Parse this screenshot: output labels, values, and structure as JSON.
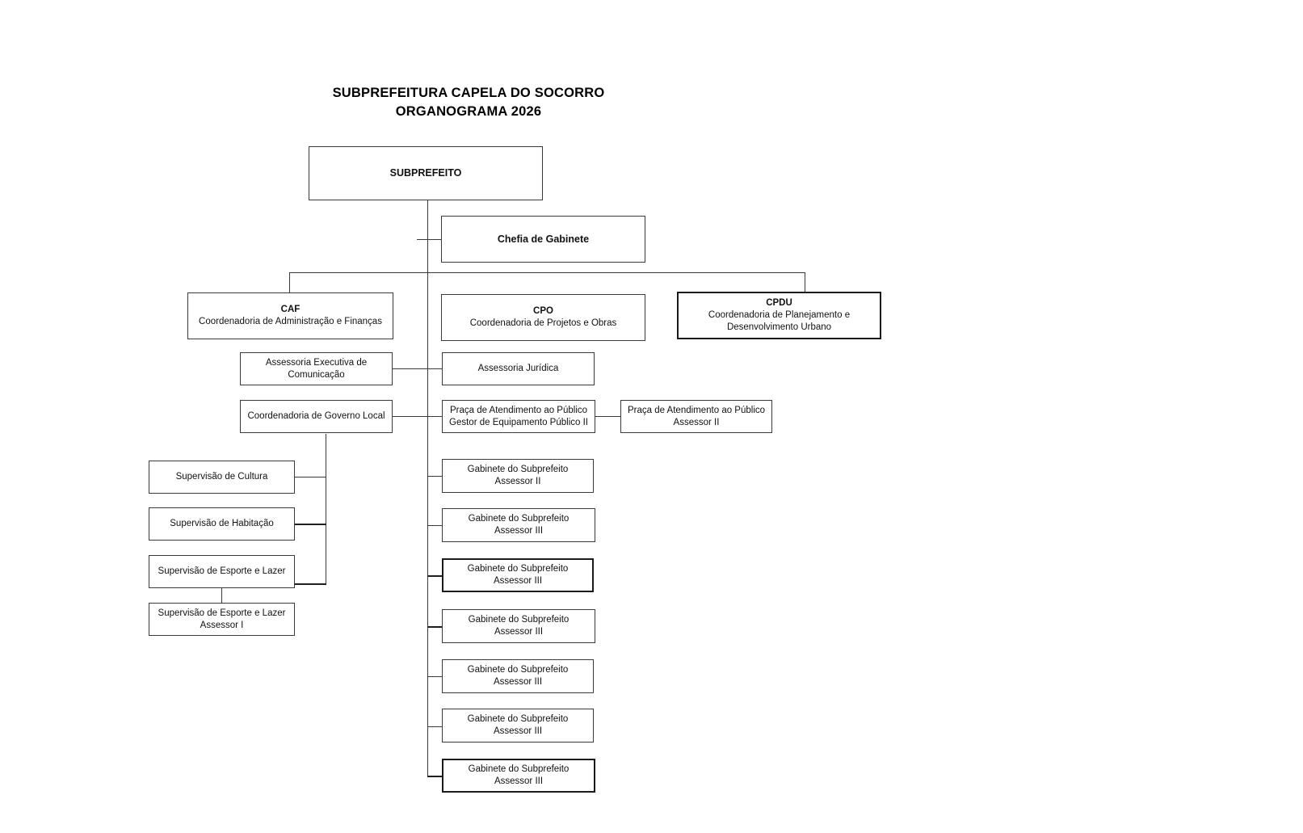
{
  "document": {
    "title_line_1": "SUBPREFEITURA CAPELA DO SOCORRO",
    "title_line_2": "ORGANOGRAMA 2026"
  },
  "nodes": {
    "subprefeito": {
      "label": "SUBPREFEITO"
    },
    "chefia_gabinete": {
      "label": "Chefia de Gabinete"
    },
    "caf": {
      "acronym": "CAF",
      "name": "Coordenadoria de Administração e Finanças"
    },
    "cpo": {
      "acronym": "CPO",
      "name": "Coordenadoria de Projetos e Obras"
    },
    "cpdu": {
      "acronym": "CPDU",
      "name_line_1": "Coordenadoria de Planejamento e",
      "name_line_2": "Desenvolvimento Urbano"
    },
    "assessoria_comunicacao": {
      "line_1": "Assessoria Executiva de",
      "line_2": "Comunicação"
    },
    "assessoria_juridica": {
      "line_1": "Assessoria Jurídica"
    },
    "governo_local": {
      "line_1": "Coordenadoria de Governo Local"
    },
    "praca_gestor": {
      "line_1": "Praça de Atendimento ao Público",
      "line_2": "Gestor de Equipamento Público II"
    },
    "praca_assessor": {
      "line_1": "Praça de Atendimento ao Público",
      "line_2": "Assessor II"
    },
    "sup_cultura": {
      "line_1": "Supervisão de Cultura"
    },
    "sup_habitacao": {
      "line_1": "Supervisão de Habitação"
    },
    "sup_esporte": {
      "line_1": "Supervisão de Esporte e Lazer"
    },
    "sup_esporte_assessor": {
      "line_1": "Supervisão de Esporte e Lazer",
      "line_2": "Assessor I"
    },
    "gab_1": {
      "line_1": "Gabinete do Subprefeito",
      "line_2": "Assessor II"
    },
    "gab_2": {
      "line_1": "Gabinete do Subprefeito",
      "line_2": "Assessor III"
    },
    "gab_3": {
      "line_1": "Gabinete do Subprefeito",
      "line_2": "Assessor III"
    },
    "gab_4": {
      "line_1": "Gabinete do Subprefeito",
      "line_2": "Assessor III"
    },
    "gab_5": {
      "line_1": "Gabinete do Subprefeito",
      "line_2": "Assessor III"
    },
    "gab_6": {
      "line_1": "Gabinete do Subprefeito",
      "line_2": "Assessor III"
    },
    "gab_7": {
      "line_1": "Gabinete do Subprefeito",
      "line_2": "Assessor III"
    }
  },
  "colors": {
    "page_background": "#ffffff",
    "box_border": "#3a3a3a",
    "box_border_emphasis": "#1a1a1a",
    "text": "#111111",
    "connector": "#3a3a3a"
  }
}
